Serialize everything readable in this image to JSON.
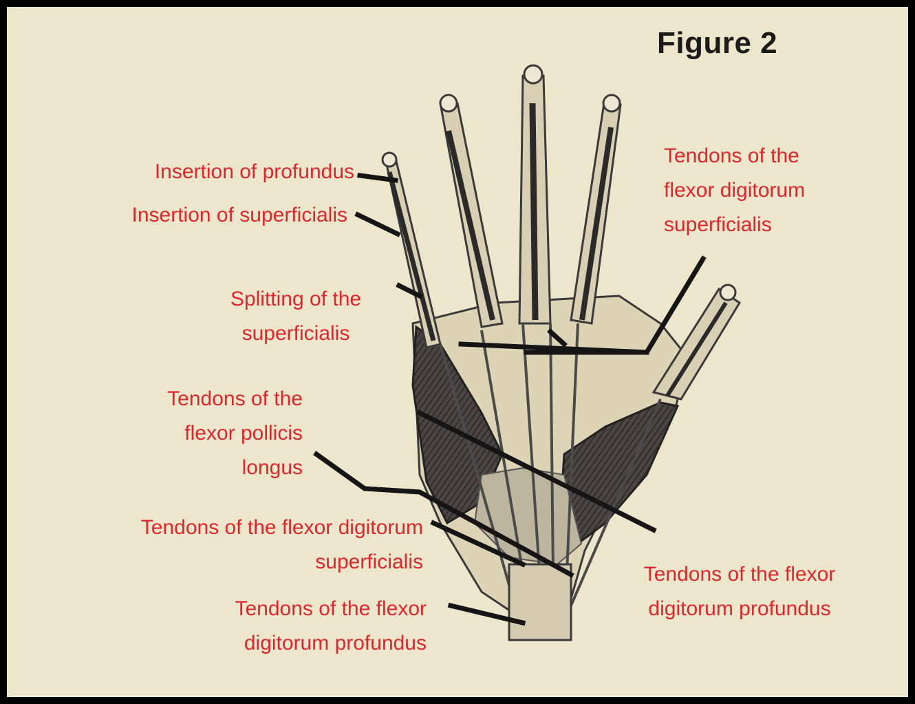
{
  "figure": {
    "title": "Figure 2",
    "colors": {
      "paper": "#ece6cc",
      "label_text": "#e0262a",
      "ink": "#1f1f1f",
      "border": "#000000"
    },
    "labels": {
      "insertion_profundus": "Insertion of profundus",
      "insertion_superficialis": "Insertion of superficialis",
      "splitting": "Splitting of the\nsuperficialis",
      "fpl": "Tendons of the\nflexor pollicis\nlongus",
      "fds_left": "Tendons of the flexor digitorum\nsuperficialis",
      "fdp_left": "Tendons of the flexor\ndigitorum profundus",
      "fds_right": "Tendons of the\nflexor digitorum\nsuperficialis",
      "fdp_right": "Tendons of the flexor\ndigitorum profundus"
    }
  }
}
